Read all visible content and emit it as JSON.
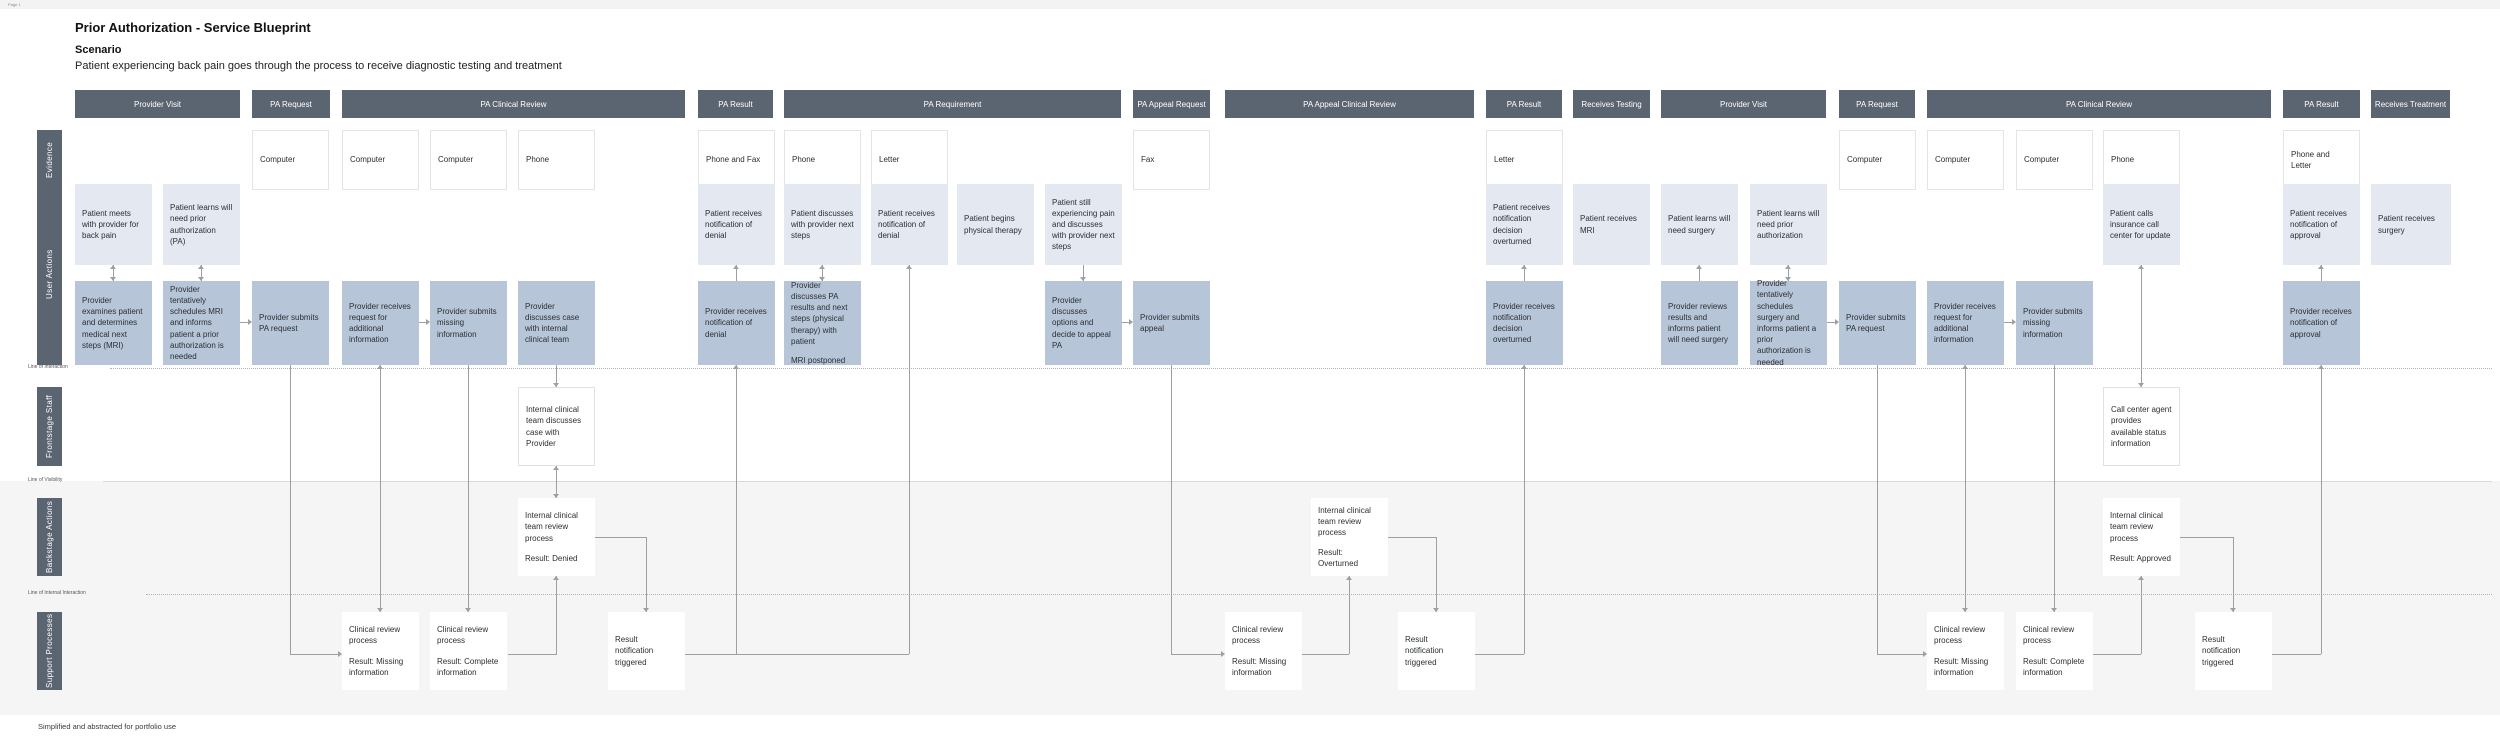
{
  "corner_label": "Page 1",
  "header": {
    "title": "Prior Authorization - Service Blueprint",
    "scenario_heading": "Scenario",
    "scenario_description": "Patient experiencing back pain goes through the process to receive diagnostic testing and treatment"
  },
  "footer_note": "Simplified and abstracted for portfolio use",
  "lanes": {
    "evidence": "Evidence",
    "user_actions": "User Actions",
    "frontstage": "Frontstage Staff",
    "backstage": "Backstage Actions",
    "support": "Support Processes"
  },
  "lines": {
    "interaction": "Line of Interaction",
    "visibility": "Line of Visibility",
    "internal": "Line of Internal Interaction"
  },
  "phases": [
    {
      "label": "Provider Visit"
    },
    {
      "label": "PA Request"
    },
    {
      "label": "PA Clinical Review"
    },
    {
      "label": "PA Result"
    },
    {
      "label": "PA Requirement"
    },
    {
      "label": "PA Appeal Request"
    },
    {
      "label": "PA Appeal Clinical Review"
    },
    {
      "label": "PA Result"
    },
    {
      "label": "Receives Testing"
    },
    {
      "label": "Provider Visit"
    },
    {
      "label": "PA Request"
    },
    {
      "label": "PA Clinical Review"
    },
    {
      "label": "PA Result"
    },
    {
      "label": "Receives Treatment"
    }
  ],
  "evidence": [
    {
      "label": "Computer"
    },
    {
      "label": "Computer"
    },
    {
      "label": "Computer"
    },
    {
      "label": "Phone"
    },
    {
      "label": "Phone and Fax"
    },
    {
      "label": "Phone"
    },
    {
      "label": "Letter"
    },
    {
      "label": "Fax"
    },
    {
      "label": "Letter"
    },
    {
      "label": "Computer"
    },
    {
      "label": "Computer"
    },
    {
      "label": "Computer"
    },
    {
      "label": "Phone"
    },
    {
      "label": "Phone and Letter"
    }
  ],
  "patient": [
    {
      "text": "Patient meets with provider for back pain"
    },
    {
      "text": "Patient learns will need prior authorization (PA)"
    },
    {
      "text": "Patient receives notification of denial"
    },
    {
      "text": "Patient discusses with provider next steps"
    },
    {
      "text": "Patient receives notification of denial"
    },
    {
      "text": "Patient begins physical therapy"
    },
    {
      "text": "Patient still experiencing pain and discusses with provider next steps"
    },
    {
      "text": "Patient receives notification decision overturned"
    },
    {
      "text": "Patient receives MRI"
    },
    {
      "text": "Patient learns will need surgery"
    },
    {
      "text": "Patient learns will need prior authorization"
    },
    {
      "text": "Patient calls insurance call center for update"
    },
    {
      "text": "Patient receives notification of approval"
    },
    {
      "text": "Patient receives surgery"
    }
  ],
  "provider": [
    {
      "text": "Provider examines patient and determines medical next steps (MRI)"
    },
    {
      "text": "Provider tentatively schedules MRI and informs patient a prior authorization is needed"
    },
    {
      "text": "Provider submits PA request"
    },
    {
      "text": "Provider receives request for additional information"
    },
    {
      "text": "Provider submits missing information"
    },
    {
      "text": "Provider discusses case with internal clinical team"
    },
    {
      "text": "Provider receives notification of denial"
    },
    {
      "text": "Provider discusses PA results and next steps (physical therapy) with patient",
      "note": "MRI postponed"
    },
    {
      "text": "Provider discusses options and decide to appeal PA"
    },
    {
      "text": "Provider submits appeal"
    },
    {
      "text": "Provider receives notification decision overturned"
    },
    {
      "text": "Provider reviews results and informs patient will need surgery"
    },
    {
      "text": "Provider tentatively schedules surgery and informs patient a prior authorization is needed"
    },
    {
      "text": "Provider submits PA request"
    },
    {
      "text": "Provider receives request for additional information"
    },
    {
      "text": "Provider submits missing information"
    },
    {
      "text": "Provider receives notification of approval"
    }
  ],
  "frontstage": [
    {
      "text": "Internal clinical team discusses case with Provider"
    },
    {
      "text": "Call center agent provides available status information"
    }
  ],
  "backstage": [
    {
      "process": "Internal clinical team review process",
      "result": "Result: Denied"
    },
    {
      "process": "Internal clinical team review process",
      "result": "Result: Overturned"
    },
    {
      "process": "Internal clinical team review process",
      "result": "Result: Approved"
    }
  ],
  "support": [
    {
      "process": "Clinical review process",
      "result": "Result: Missing information"
    },
    {
      "process": "Clinical review process",
      "result": "Result: Complete information"
    },
    {
      "process": "Result notification triggered"
    },
    {
      "process": "Clinical review process",
      "result": "Result: Missing information"
    },
    {
      "process": "Result notification triggered"
    },
    {
      "process": "Clinical review process",
      "result": "Result: Missing information"
    },
    {
      "process": "Clinical review process",
      "result": "Result: Complete information"
    },
    {
      "process": "Result notification triggered"
    }
  ],
  "colors": {
    "lane_slate": "#5b6471",
    "patient_box": "#e4e9f1",
    "provider_box": "#b6c5d8",
    "backstage_band": "#f5f5f6",
    "connector": "#9aa0a6"
  }
}
